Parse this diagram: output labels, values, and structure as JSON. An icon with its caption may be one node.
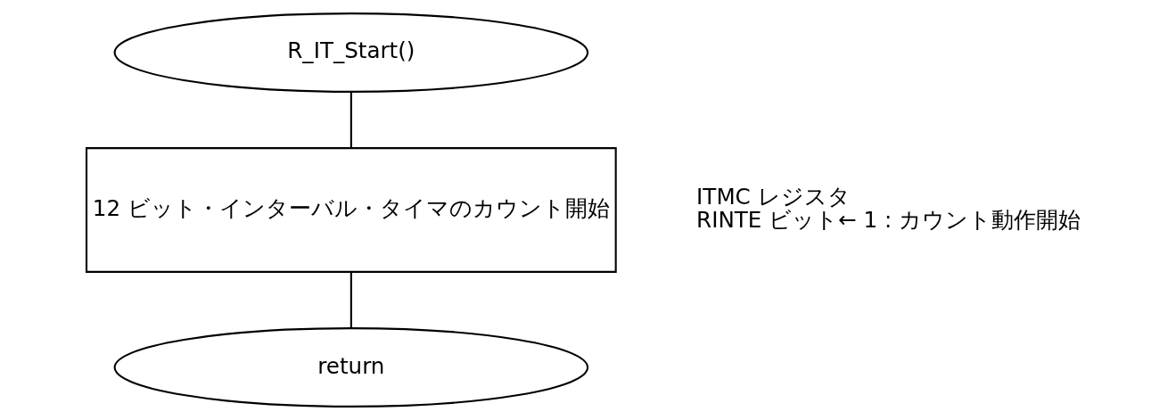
{
  "diagram": {
    "nodes": [
      {
        "text": [
          "R_IT_Start()"
        ]
      },
      {
        "text": [
          "12 ビット・インターバル・タイマのカウント開始"
        ],
        "beside": [
          "ITMC レジスタ",
          "RINTE ビット← 1 : カウント動作開始"
        ]
      },
      {
        "text": [
          "return"
        ]
      }
    ],
    "edges": [
      {
        "from": 0,
        "to": 1,
        "arrow": "none"
      },
      {
        "from": 1,
        "to": 2,
        "arrow": "none"
      }
    ]
  }
}
